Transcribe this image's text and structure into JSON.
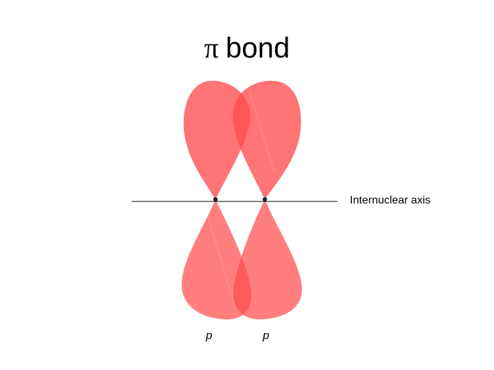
{
  "title": {
    "symbol": "π",
    "text": "bond"
  },
  "axis_label": "Internuclear axis",
  "orbitals": [
    {
      "label": "p"
    },
    {
      "label": "p"
    }
  ],
  "colors": {
    "lobe_fill": "#ff4d4d",
    "lobe_overlap": "#ff2f2f",
    "axis": "#000000",
    "nucleus": "#222222"
  }
}
